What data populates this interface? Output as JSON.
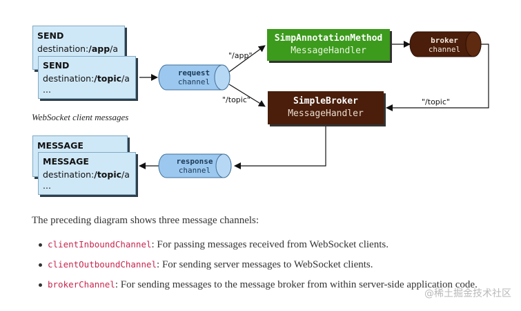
{
  "diagram": {
    "client_cards": {
      "send_back": {
        "title": "SEND",
        "dest_prefix": "destination:",
        "dest_value": "/app",
        "dest_suffix": "/a"
      },
      "send_front": {
        "title": "SEND",
        "dest_prefix": "destination:",
        "dest_value": "/topic",
        "dest_suffix": "/a",
        "more": "..."
      }
    },
    "caption": "WebSocket client messages",
    "response_cards": {
      "message_back": {
        "title": "MESSAGE"
      },
      "message_front": {
        "title": "MESSAGE",
        "dest_prefix": "destination:",
        "dest_value": "/topic",
        "dest_suffix": "/a",
        "more": "..."
      }
    },
    "request_channel": {
      "line1": "request",
      "line2": "channel"
    },
    "response_channel": {
      "line1": "response",
      "line2": "channel"
    },
    "broker_channel": {
      "line1": "broker",
      "line2": "channel"
    },
    "annotation_handler": {
      "line1": "SimpAnnotationMethod",
      "line2": "MessageHandler",
      "color": "#3c9a1c"
    },
    "broker_handler": {
      "line1": "SimpleBroker",
      "line2": "MessageHandler",
      "color": "#4a1e0a"
    },
    "routes": {
      "app": "\"/app\"",
      "topic_to_broker": "\"/topic\"",
      "topic_from_broker": "\"/topic\""
    }
  },
  "text": {
    "intro": "The preceding diagram shows three message channels:",
    "items": [
      {
        "code": "clientInboundChannel",
        "desc": ": For passing messages received from WebSocket clients."
      },
      {
        "code": "clientOutboundChannel",
        "desc": ": For sending server messages to WebSocket clients."
      },
      {
        "code": "brokerChannel",
        "desc": ": For sending messages to the message broker from within server-side application code."
      }
    ]
  },
  "watermark": "@稀土掘金技术社区"
}
